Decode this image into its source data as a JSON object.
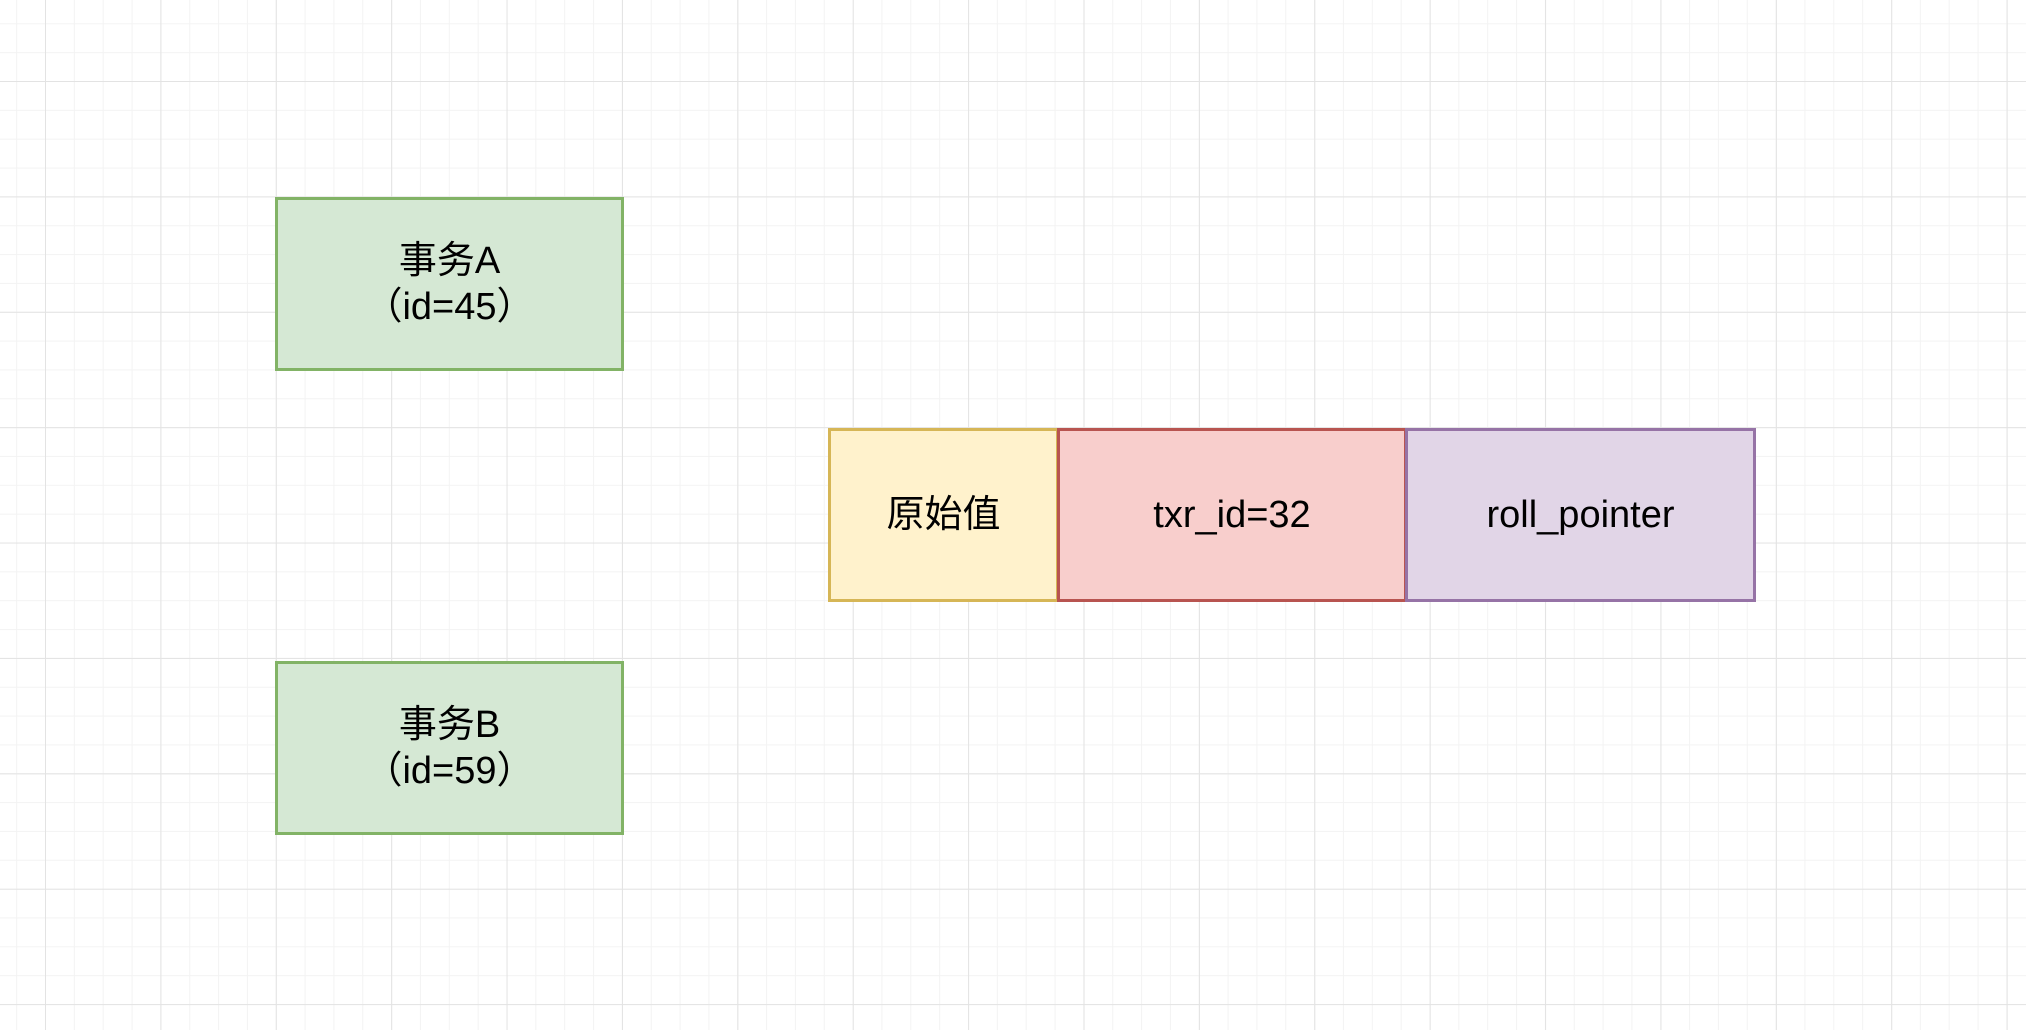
{
  "diagram": {
    "background_color": "#ffffff",
    "grid": {
      "minor_line_color": "#f3f3f3",
      "major_line_color": "#e3e3e3"
    },
    "nodes": {
      "transaction_a": {
        "line1": "事务A",
        "line2": "（id=45）",
        "fill": "#d5e8d4",
        "stroke": "#82b366"
      },
      "transaction_b": {
        "line1": "事务B",
        "line2": "（id=59）",
        "fill": "#d5e8d4",
        "stroke": "#82b366"
      },
      "original_value": {
        "label": "原始值",
        "fill": "#fff2cc",
        "stroke": "#d6b656"
      },
      "txr_id": {
        "label": "txr_id=32",
        "fill": "#f8cecc",
        "stroke": "#b85450"
      },
      "roll_pointer": {
        "label": "roll_pointer",
        "fill": "#e1d5e7",
        "stroke": "#9673a6"
      }
    }
  }
}
